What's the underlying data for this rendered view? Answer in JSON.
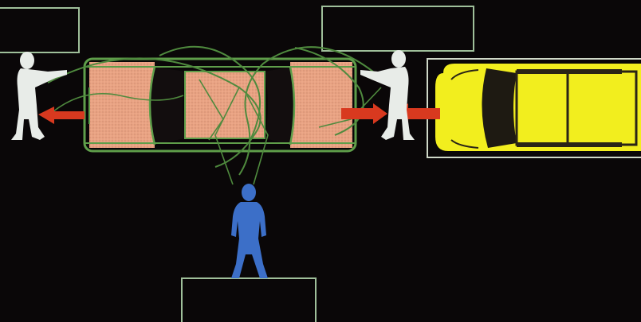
{
  "diagram": {
    "text_labels": [],
    "colors": {
      "background": "#0a0708",
      "outline_green": "#5f9e4a",
      "label_box_border": "#9fbf9a",
      "car_body_orange": "#e8a080",
      "car_window_dark": "#120d0e",
      "yellow_car": "#f2ee1e",
      "yellow_car_detail": "#2a2416",
      "arrow_red": "#d8391f",
      "figure_white": "#e8ece8",
      "figure_blue": "#3c6fc8"
    },
    "label_boxes": [
      {
        "name": "label-box-top-left",
        "text": ""
      },
      {
        "name": "label-box-top-center",
        "text": ""
      },
      {
        "name": "label-box-bottom-center",
        "text": ""
      }
    ],
    "figures": [
      {
        "name": "left-shooter-figure",
        "color": "white",
        "pose": "aiming-right"
      },
      {
        "name": "center-shooter-figure",
        "color": "white",
        "pose": "aiming-left"
      },
      {
        "name": "bottom-observer-figure",
        "color": "blue",
        "pose": "standing-facing-up"
      }
    ],
    "arrows": [
      {
        "name": "arrow-left",
        "direction": "left"
      },
      {
        "name": "arrow-center-right",
        "direction": "right"
      },
      {
        "name": "arrow-center-left",
        "direction": "left"
      }
    ],
    "vehicles": [
      {
        "name": "suspect-car",
        "color": "orange-panels-green-outline"
      },
      {
        "name": "yellow-car",
        "color": "yellow"
      }
    ]
  }
}
